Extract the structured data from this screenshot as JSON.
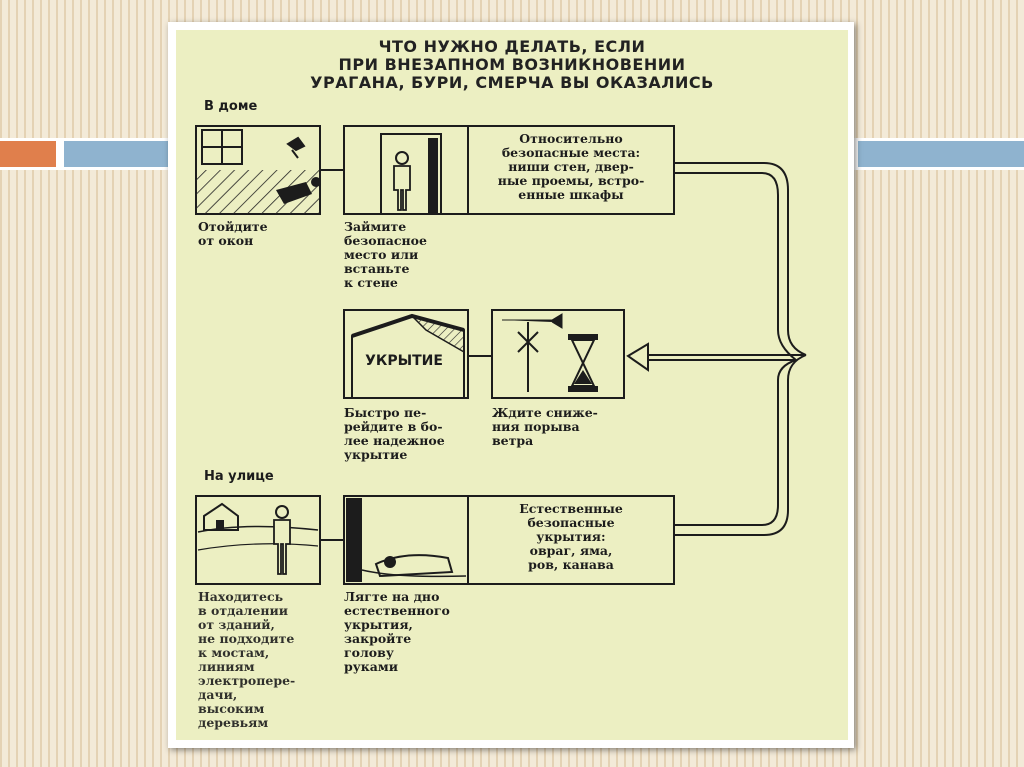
{
  "title_lines": [
    "ЧТО НУЖНО ДЕЛАТЬ, ЕСЛИ",
    "ПРИ ВНЕЗАПНОМ ВОЗНИКНОВЕНИИ",
    "УРАГАНА, БУРИ, СМЕРЧА ВЫ ОКАЗАЛИСЬ"
  ],
  "sections": {
    "home": "В доме",
    "street": "На улице"
  },
  "home": {
    "window_caption": [
      "Отойдите",
      "от окон"
    ],
    "place_caption": [
      "Займите",
      "безопасное",
      "место или",
      "встаньте",
      "к стене"
    ],
    "safe_places_box": [
      "Относительно",
      "безопасные места:",
      "ниши стен, двер-",
      "ные проемы, встро-",
      "енные шкафы"
    ]
  },
  "shelter": {
    "shelter_label": "УКРЫТИЕ",
    "move_caption": [
      "Быстро пе-",
      "рейдите в бо-",
      "лее надежное",
      "укрытие"
    ],
    "wait_caption": [
      "Ждите сниже-",
      "ния порыва",
      "ветра"
    ]
  },
  "street": {
    "away_caption": [
      "Находитесь",
      "в отдалении",
      "от зданий,",
      "не подходите",
      "к мостам,",
      "линиям",
      "электропере-",
      "дачи,",
      "высоким",
      "деревьям"
    ],
    "lie_caption": [
      "Лягте на дно",
      "естественного",
      "укрытия,",
      "закройте",
      "голову",
      "руками"
    ],
    "natural_box": [
      "Естественные",
      "безопасные",
      "укрытия:",
      "овраг, яма,",
      "ров, канава"
    ]
  },
  "colors": {
    "slide_background": "#f3ead8",
    "paper": "#ecefc2",
    "ink": "#1c1c1c",
    "accent_orange": "#e07f4c",
    "accent_blue": "#8fb3cf"
  }
}
